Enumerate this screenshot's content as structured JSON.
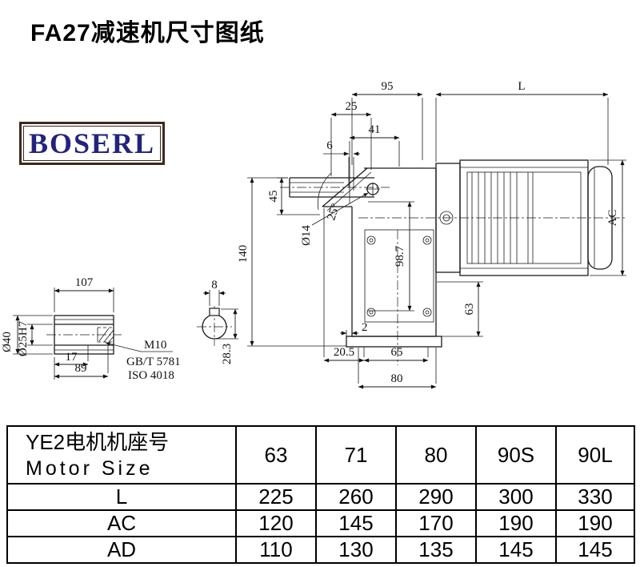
{
  "page": {
    "title": "FA27减速机尺寸图纸"
  },
  "logo": {
    "text": "BOSERL"
  },
  "drawing": {
    "dims": {
      "d95": "95",
      "dL": "L",
      "d25": "25",
      "d41": "41",
      "d6": "6",
      "d45": "45",
      "d140": "140",
      "dia14": "Ø14",
      "ang25": "25°",
      "d98_7": "98.7",
      "dAC": "AC",
      "d63": "63",
      "d2": "2",
      "d20_5": "20.5",
      "d65": "65",
      "d80": "80",
      "d107": "107",
      "d17": "17",
      "d89": "89",
      "m10": "M10",
      "gbt": "GB/T 5781",
      "iso": "ISO 4018",
      "dia40": "Ø40",
      "dia25": "Ø25H7",
      "d8": "8",
      "d28_3": "28.3"
    }
  },
  "table": {
    "header": {
      "line1": "YE2电机机座号",
      "line2": "Motor Size"
    },
    "columns": [
      "63",
      "71",
      "80",
      "90S",
      "90L"
    ],
    "rows": [
      {
        "label": "L",
        "values": [
          "225",
          "260",
          "290",
          "300",
          "330"
        ]
      },
      {
        "label": "AC",
        "values": [
          "120",
          "145",
          "170",
          "190",
          "190"
        ]
      },
      {
        "label": "AD",
        "values": [
          "110",
          "130",
          "135",
          "145",
          "145"
        ]
      }
    ]
  }
}
